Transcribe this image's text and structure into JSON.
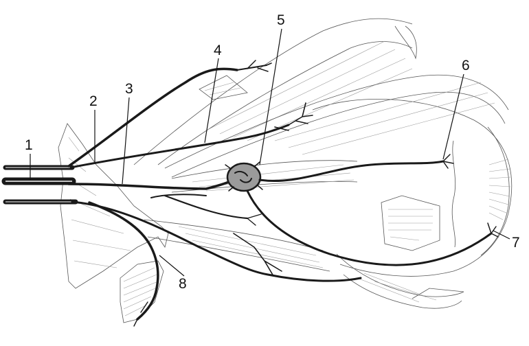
{
  "labels": [
    "1",
    "2",
    "3",
    "4",
    "5",
    "6",
    "7",
    "8"
  ],
  "colors": {
    "ink": "#1a1a1a",
    "ganglion_fill": "#9b9b9b",
    "background": "#ffffff"
  }
}
